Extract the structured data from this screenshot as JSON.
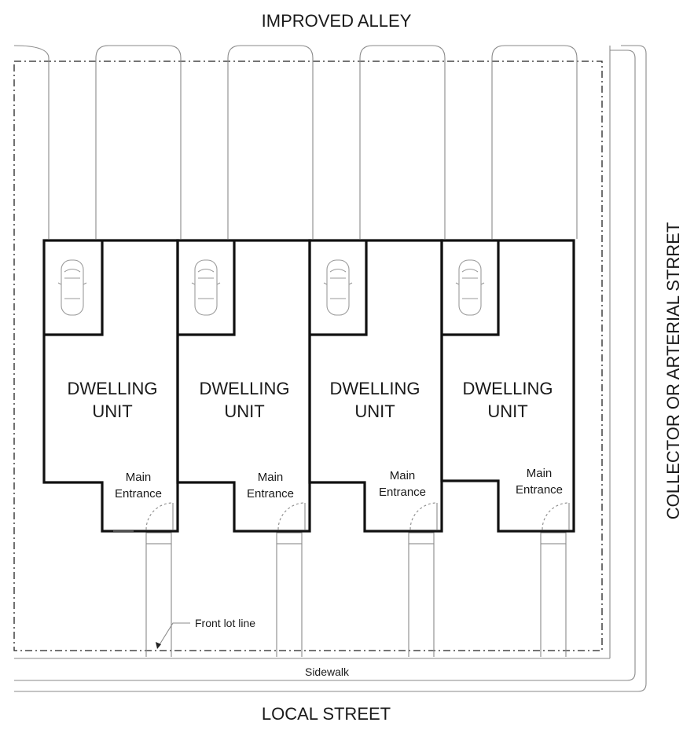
{
  "labels": {
    "top_street": "IMPROVED ALLEY",
    "bottom_street": "LOCAL STREET",
    "side_street": "COLLECTOR OR ARTERIAL STRRET",
    "sidewalk": "Sidewalk",
    "front_lot_line": "Front lot line"
  },
  "units": [
    {
      "line1": "DWELLING",
      "line2": "UNIT",
      "entrance1": "Main",
      "entrance2": "Entrance"
    },
    {
      "line1": "DWELLING",
      "line2": "UNIT",
      "entrance1": "Main",
      "entrance2": "Entrance"
    },
    {
      "line1": "DWELLING",
      "line2": "UNIT",
      "entrance1": "Main",
      "entrance2": "Entrance"
    },
    {
      "line1": "DWELLING",
      "line2": "UNIT",
      "entrance1": "Main",
      "entrance2": "Entrance"
    }
  ],
  "icons": {
    "garage_car": "car-icon",
    "entry_door": "door-swing-icon",
    "leader_arrow": "arrow-icon"
  }
}
